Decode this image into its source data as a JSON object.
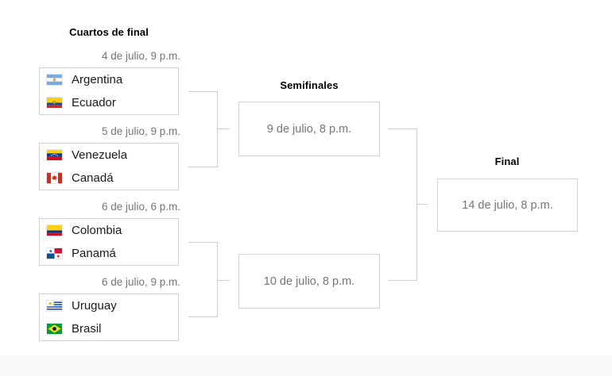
{
  "rounds": {
    "quarterfinals_label": "Cuartos de final",
    "semifinals_label": "Semifinales",
    "final_label": "Final"
  },
  "quarterfinals": [
    {
      "datetime": "4 de julio, 9 p.m.",
      "teams": [
        {
          "name": "Argentina",
          "flag_icon": "argentina-flag-icon"
        },
        {
          "name": "Ecuador",
          "flag_icon": "ecuador-flag-icon"
        }
      ]
    },
    {
      "datetime": "5 de julio, 9 p.m.",
      "teams": [
        {
          "name": "Venezuela",
          "flag_icon": "venezuela-flag-icon"
        },
        {
          "name": "Canadá",
          "flag_icon": "canada-flag-icon"
        }
      ]
    },
    {
      "datetime": "6 de julio, 6 p.m.",
      "teams": [
        {
          "name": "Colombia",
          "flag_icon": "colombia-flag-icon"
        },
        {
          "name": "Panamá",
          "flag_icon": "panama-flag-icon"
        }
      ]
    },
    {
      "datetime": "6 de julio, 9 p.m.",
      "teams": [
        {
          "name": "Uruguay",
          "flag_icon": "uruguay-flag-icon"
        },
        {
          "name": "Brasil",
          "flag_icon": "brazil-flag-icon"
        }
      ]
    }
  ],
  "semifinals": [
    {
      "datetime": "9 de julio, 8 p.m."
    },
    {
      "datetime": "10 de julio, 8 p.m."
    }
  ],
  "final": {
    "datetime": "14 de julio, 8 p.m."
  },
  "colors": {
    "box_border": "#d2d2d2",
    "connector_line": "#cccccc",
    "date_text": "#757575",
    "team_text": "#1a1a1a",
    "heading_text": "#000000"
  }
}
